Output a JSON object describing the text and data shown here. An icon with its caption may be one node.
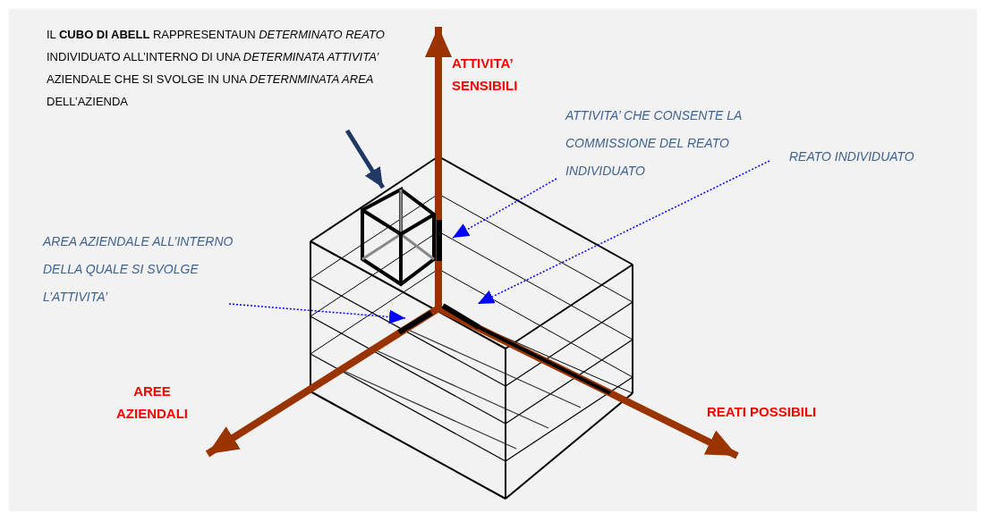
{
  "diagram": {
    "nodes": [
      {
        "text": [
          "IL **CUBO DI ABELL** RAPPRESENTAUN *DETERMINATO REATO* INDIVIDUATO ALL’INTERNO DI UNA *DETERMINATA ATTIVITA’* AZIENDALE CHE SI SVOLGE IN UNA *DETERNMINATA AREA* DELL’AZIENDA"
        ]
      },
      {
        "text": [],
        "shape": "box"
      },
      {
        "text": [
          "ATTIVITA’ CHE CONSENTE LA COMMISSIONE DEL REATO INDIVIDUATO"
        ]
      },
      {
        "text": [],
        "shape": "bar"
      },
      {
        "text": [
          "REATO INDIVIDUATO"
        ]
      },
      {
        "text": [],
        "shape": "bar"
      },
      {
        "text": [
          "AREA AZIENDALE ALL’INTERNO DELLA QUALE SI SVOLGE L’ATTIVITA’"
        ]
      },
      {
        "text": [],
        "shape": "bar"
      }
    ],
    "edges": [
      {
        "from": 0,
        "to": 1,
        "arrow": "to",
        "style": "thick",
        "color": "#1f3864"
      },
      {
        "from": 2,
        "to": 3,
        "arrow": "to",
        "style": "dashed"
      },
      {
        "from": 4,
        "to": 5,
        "arrow": "to",
        "style": "dashed"
      },
      {
        "from": 6,
        "to": 7,
        "arrow": "to",
        "style": "dashed"
      }
    ],
    "labels": [
      "ATTIVITA’ SENSIBILI",
      "AREE AZIENDALI",
      "REATI POSSIBILI"
    ]
  }
}
